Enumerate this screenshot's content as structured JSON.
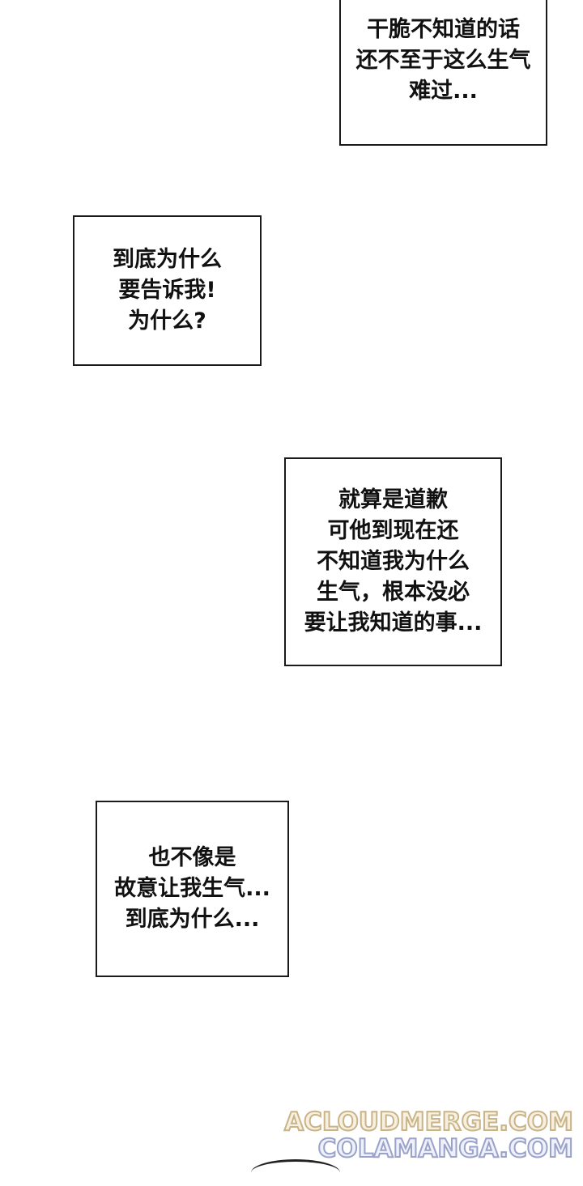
{
  "panels": [
    {
      "lines": [
        "干脆不知道的话",
        "还不至于这么生气",
        "难过..."
      ]
    },
    {
      "lines": [
        "到底为什么",
        "要告诉我!",
        "为什么?"
      ]
    },
    {
      "lines": [
        "就算是道歉",
        "可他到现在还",
        "不知道我为什么",
        "生气，根本没必",
        "要让我知道的事..."
      ]
    },
    {
      "lines": [
        "也不像是",
        "故意让我生气...",
        "到底为什么..."
      ]
    }
  ],
  "watermark": {
    "line1": "ACLOUDMERGE.COM",
    "line2": "COLAMANGA.COM"
  }
}
